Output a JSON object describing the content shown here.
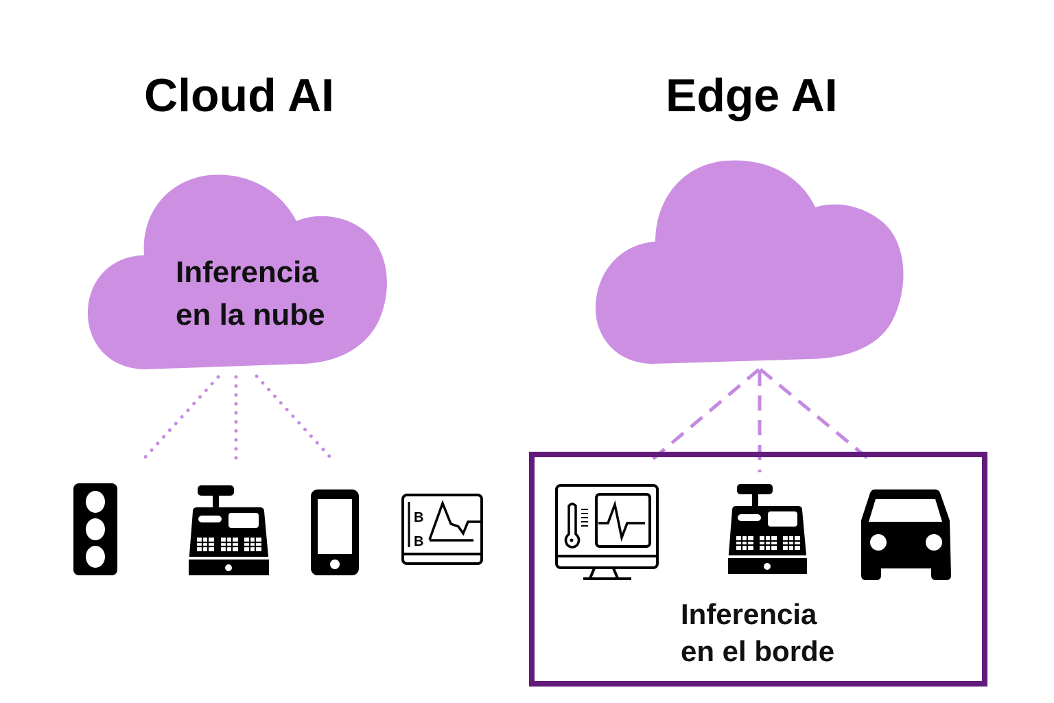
{
  "left": {
    "title": "Cloud AI",
    "cloud_label_line1": "Inferencia",
    "cloud_label_line2": "en la nube",
    "devices": [
      "traffic-light",
      "cash-register",
      "smartphone",
      "monitoring-screen"
    ]
  },
  "right": {
    "title": "Edge AI",
    "box_label_line1": "Inferencia",
    "box_label_line2": "en el borde",
    "devices": [
      "medical-monitor",
      "cash-register",
      "car"
    ]
  },
  "colors": {
    "cloud": "#cc8fe2",
    "connector": "#c58ae0",
    "edge_box": "#621b7b",
    "icon": "#000000"
  }
}
